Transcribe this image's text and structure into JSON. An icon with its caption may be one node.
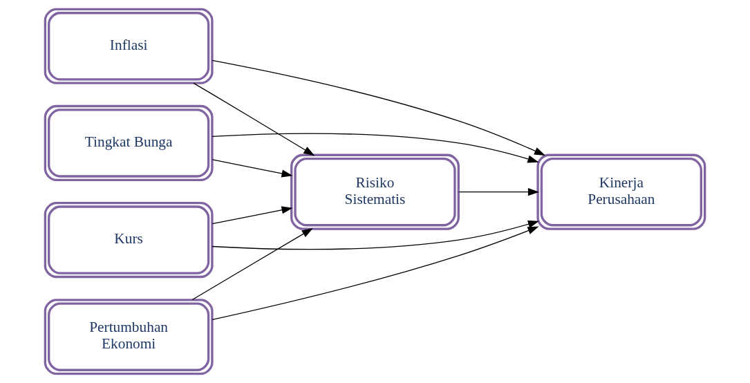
{
  "diagram": {
    "nodes": [
      {
        "text": [
          "Inflasi"
        ]
      },
      {
        "text": [
          "Tingkat Bunga"
        ]
      },
      {
        "text": [
          "Kurs"
        ]
      },
      {
        "text": [
          "Pertumbuhan Ekonomi"
        ]
      },
      {
        "text": [
          "Risiko Sistematis"
        ]
      },
      {
        "text": [
          "Kinerja Perusahaan"
        ]
      }
    ],
    "edges": [
      {
        "from": 0,
        "to": 5,
        "arrow": "to"
      },
      {
        "from": 0,
        "to": 4,
        "arrow": "to"
      },
      {
        "from": 1,
        "to": 5,
        "arrow": "to"
      },
      {
        "from": 1,
        "to": 4,
        "arrow": "to"
      },
      {
        "from": 2,
        "to": 4,
        "arrow": "to"
      },
      {
        "from": 2,
        "to": 5,
        "arrow": "to"
      },
      {
        "from": 3,
        "to": 4,
        "arrow": "to"
      },
      {
        "from": 3,
        "to": 5,
        "arrow": "to"
      },
      {
        "from": 4,
        "to": 5,
        "arrow": "to"
      }
    ]
  }
}
